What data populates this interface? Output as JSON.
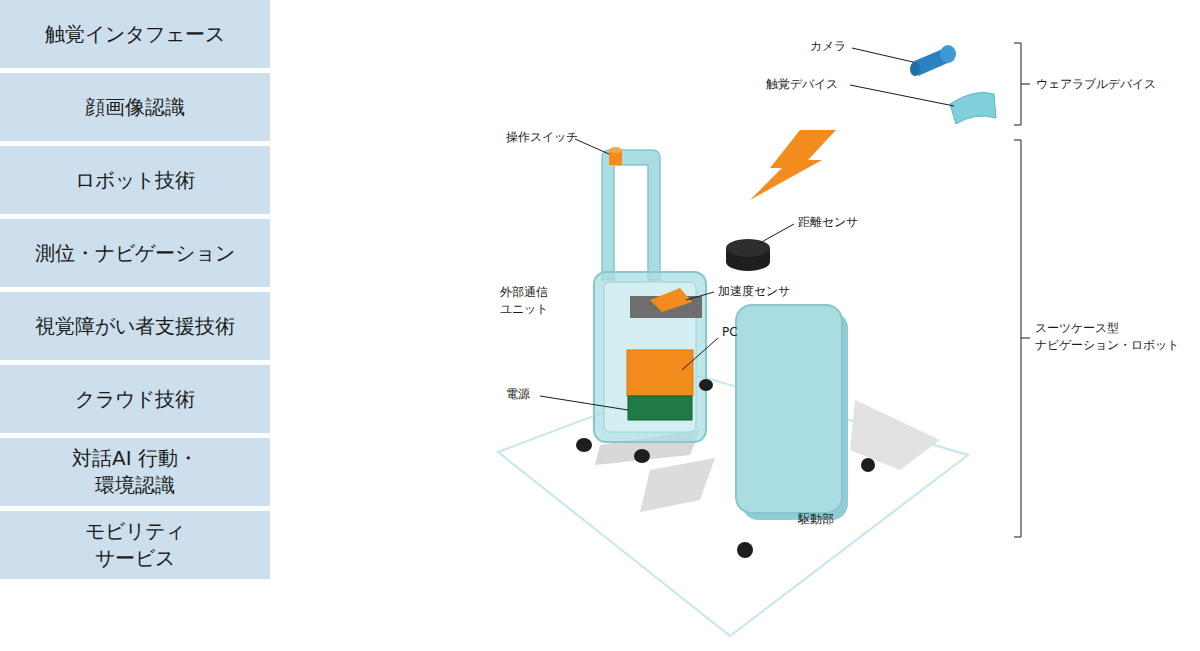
{
  "diagram": {
    "nodes": [
      {
        "text": [
          "触覚インタフェース"
        ]
      },
      {
        "text": [
          "顔画像認識"
        ]
      },
      {
        "text": [
          "ロボット技術"
        ]
      },
      {
        "text": [
          "測位・ナビゲーション"
        ]
      },
      {
        "text": [
          "視覚障がい者支援技術"
        ]
      },
      {
        "text": [
          "クラウド技術"
        ]
      },
      {
        "text": [
          "対話AI 行動・環境認識"
        ]
      },
      {
        "text": [
          "モビリティ サービス"
        ]
      }
    ],
    "labels": [
      "カメラ",
      "触覚デバイス",
      "ウェアラブルデバイス",
      "操作スイッチ",
      "距離センサ",
      "外部通信 ユニット",
      "加速度センサ",
      "PC",
      "電源",
      "駆動部",
      "スーツケース型 ナビゲーション・ロボット"
    ]
  }
}
